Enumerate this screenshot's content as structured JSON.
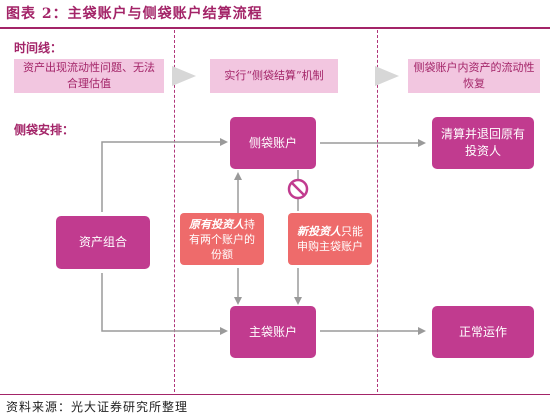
{
  "title": "图表 2：主袋账户与侧袋账户结算流程",
  "source": "资料来源：光大证券研究所整理",
  "timeline": {
    "label": "时间线：",
    "steps": [
      "资产出现流动性问题、无法合理估值",
      "实行“侧袋结算”机制",
      "侧袋账户内资产的流动性恢复"
    ]
  },
  "arrangement": {
    "label": "侧袋安排：",
    "asset_portfolio": "资产组合",
    "side_account": "侧袋账户",
    "main_account": "主袋账户",
    "clearing_exit": "清算并退回原有投资人",
    "normal_operation": "正常运作",
    "existing_investors_em": "原有投资人",
    "existing_investors_rest": "持有两个账户的份额",
    "new_investors_em": "新投资人",
    "new_investors_rest": "只能申购主袋账户"
  },
  "colors": {
    "accent": "#a32468",
    "box_magenta": "#c13b8f",
    "box_light": "#f2c6e0",
    "box_salmon": "#ee6b6b",
    "arrow_gray": "#9a9a9a",
    "no_sign": "#c13b8f"
  },
  "icons": [
    "arrow-right-icon",
    "no-entry-icon"
  ]
}
